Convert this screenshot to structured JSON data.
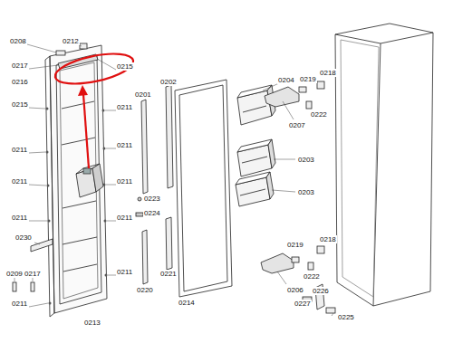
{
  "diagram": {
    "labels": [
      "0208",
      "0212",
      "0217",
      "0215",
      "0216",
      "0215",
      "0211",
      "0211",
      "0211",
      "0211",
      "0211",
      "0211",
      "0211",
      "0230",
      "0209",
      "0217",
      "0211",
      "0211",
      "0213",
      "0201",
      "0202",
      "0223",
      "0224",
      "0221",
      "0220",
      "0214",
      "0204",
      "0219",
      "0218",
      "0207",
      "0222",
      "0203",
      "0203",
      "0219",
      "0218",
      "0206",
      "0222",
      "0226",
      "0227",
      "0225"
    ]
  }
}
